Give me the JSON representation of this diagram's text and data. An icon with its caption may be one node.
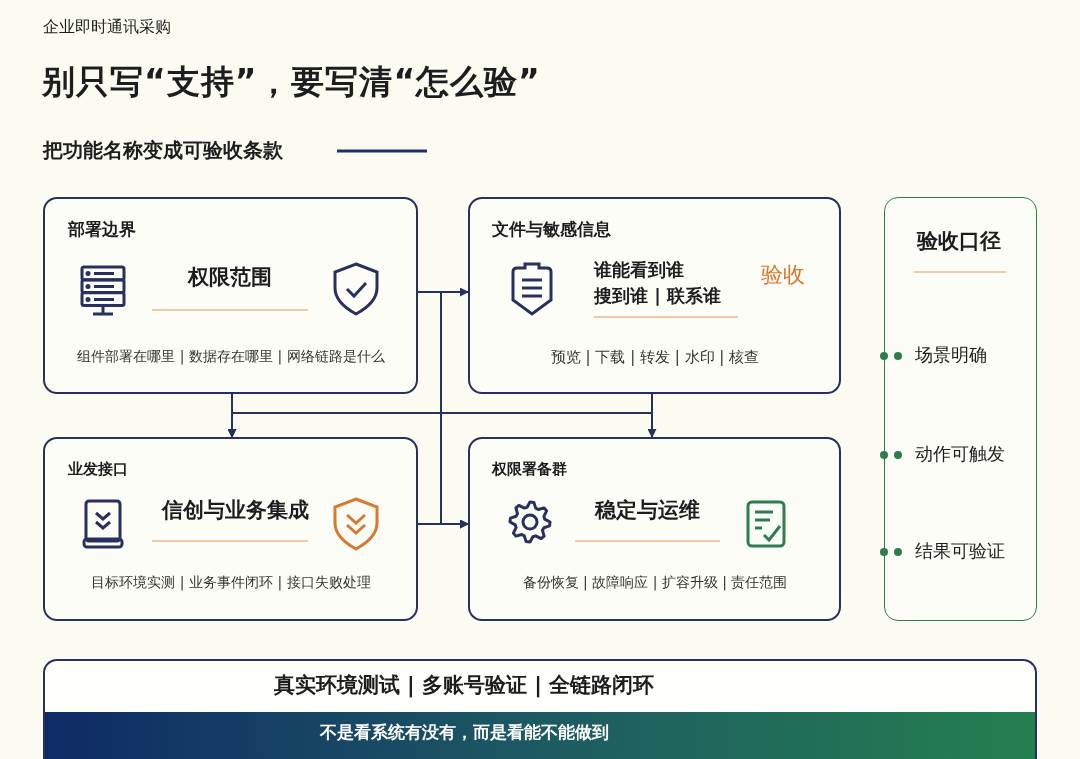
{
  "diagram": {
    "title": "别只写“支持”，要写清“怎么验”",
    "nodes": [
      {
        "text": [
          "部署边界",
          "权限范围",
          "组件部署在哪里 | 数据存在哪里 | 网络链路是什么"
        ]
      },
      {
        "text": [
          "文件与敏感信息",
          "谁能看到谁",
          "搜到谁 | 联系谁",
          "验收",
          "预览 | 下载 | 转发 | 水印 | 核查"
        ]
      },
      {
        "text": [
          "业发接口",
          "信创与业务集成",
          "目标环境实测 | 业务事件闭环 | 接口失败处理"
        ]
      },
      {
        "text": [
          "权限署备群",
          "稳定与运维",
          "备份恢复 | 故障响应 | 扩容升级 | 责任范围"
        ]
      },
      {
        "text": [
          "验收口径",
          "场景明确",
          "动作可触发",
          "结果可验证"
        ]
      },
      {
        "text": [
          "真实环境测试 | 多账号验证 | 全链路闭环",
          "不是看系统有没有，而是看能不能做到"
        ]
      }
    ],
    "edges": [
      {
        "from": 0,
        "to": 1,
        "arrow": "to"
      },
      {
        "from": 0,
        "to": 2,
        "arrow": "to"
      },
      {
        "from": 1,
        "to": 3,
        "arrow": "to"
      },
      {
        "from": 0,
        "to": 3,
        "arrow": "to"
      },
      {
        "from": 2,
        "to": 3,
        "arrow": "to"
      },
      {
        "from": 1,
        "to": 2,
        "arrow": "to"
      }
    ],
    "labels": [
      "企业即时通讯采购",
      "把功能名称变成可验收条款"
    ]
  }
}
